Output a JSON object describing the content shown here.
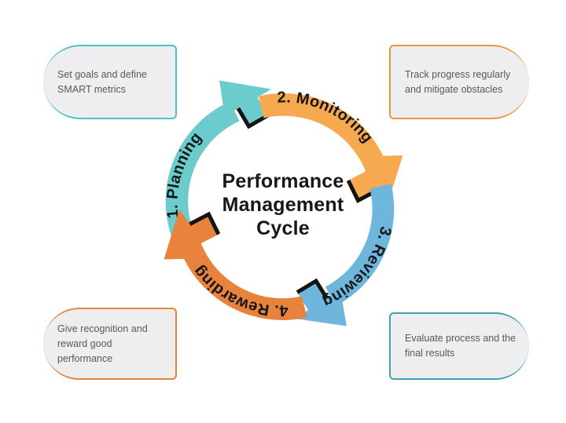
{
  "diagram": {
    "title_lines": [
      "Performance",
      "Management",
      "Cycle"
    ],
    "title_full": "Performance Management Cycle",
    "background_color": "#ffffff"
  },
  "chart_data": {
    "type": "diagram",
    "title": "Performance Management Cycle",
    "layout": "circular-cycle-four-stages-clockwise",
    "stages": [
      {
        "order": 1,
        "label": "1. Planning",
        "color": "#6ccbcb",
        "position": "left",
        "arc_degrees": [
          180,
          270
        ],
        "callout": "Set goals and define SMART metrics",
        "callout_position": "top-left",
        "callout_accent": "#4bc2c4"
      },
      {
        "order": 2,
        "label": "2. Monitoring",
        "color": "#f7a94f",
        "position": "top",
        "arc_degrees": [
          270,
          360
        ],
        "callout": "Track progress regularly and mitigate obstacles",
        "callout_position": "top-right",
        "callout_accent": "#e8963c"
      },
      {
        "order": 3,
        "label": "3. Reviewing",
        "color": "#6fb6dd",
        "position": "right",
        "arc_degrees": [
          0,
          90
        ],
        "callout": "Evaluate process and the final results",
        "callout_position": "bottom-right",
        "callout_accent": "#3f9fb8"
      },
      {
        "order": 4,
        "label": "4. Rewarding",
        "color": "#e8823c",
        "position": "bottom",
        "arc_degrees": [
          90,
          180
        ],
        "callout": "Give recognition and reward good performance",
        "callout_position": "bottom-left",
        "callout_accent": "#e5823c"
      }
    ],
    "callout_box_color": "#eeeef0",
    "callout_text_color": "#58585c",
    "center_text_color": "#17171a"
  }
}
